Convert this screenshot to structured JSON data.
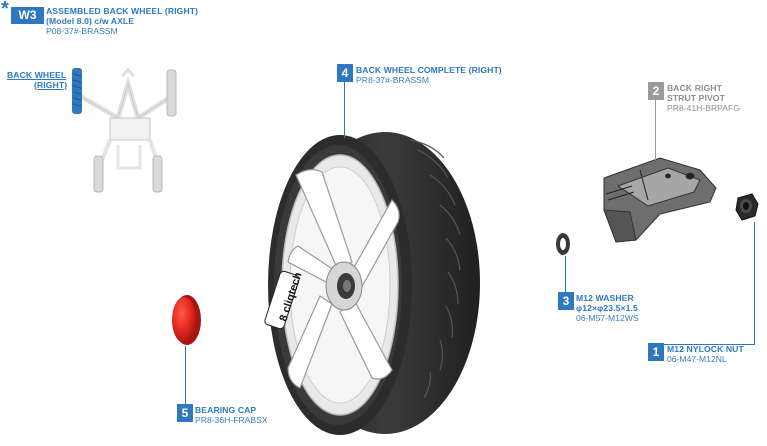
{
  "header": {
    "star": "*",
    "badge": "W3",
    "title_line1": "ASSEMBLED BACK WHEEL (RIGHT)",
    "title_line2": "(Model 8.0) c/w AXLE",
    "code": "P08-37#-BRASSM"
  },
  "locator": {
    "label_line1": "BACK WHEEL",
    "label_line2": "(RIGHT)"
  },
  "parts": [
    {
      "badge": "1",
      "title": "M12 NYLOCK NUT",
      "code": "06-M47-M12NL"
    },
    {
      "badge": "2",
      "title_line1": "BACK RIGHT",
      "title_line2": "STRUT PIVOT",
      "code": "PR8-41H-BRPAFG"
    },
    {
      "badge": "3",
      "title_line1": "M12 WASHER",
      "title_line2": "φ12×φ23.5×1.5",
      "code": "06-M57-M12WS"
    },
    {
      "badge": "4",
      "title": "BACK WHEEL COMPLETE (RIGHT)",
      "code": "PR8-37#-BRASSM"
    },
    {
      "badge": "5",
      "title": "BEARING CAP",
      "code": "PR8-36H-FRABSX"
    }
  ],
  "wheel_logo": "8 cliqtech",
  "colors": {
    "accent_blue": "#2e78bf",
    "inactive_grey": "#9b9b9b",
    "cap_red": "#e0241b",
    "tyre_dark": "#2f2f2f"
  }
}
